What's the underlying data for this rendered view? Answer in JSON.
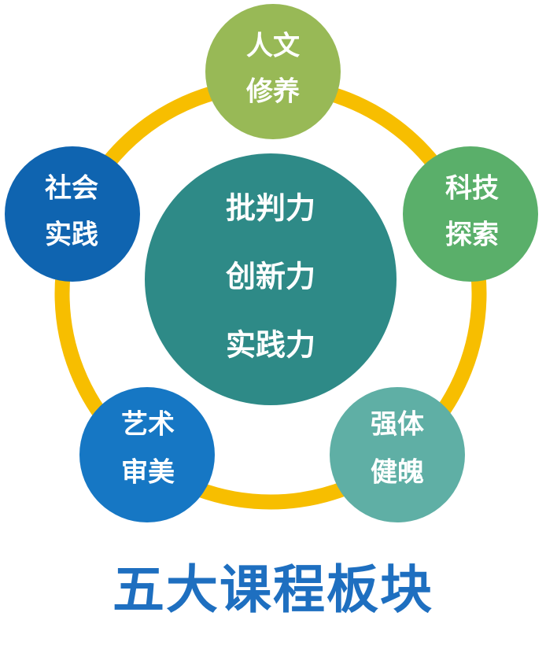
{
  "center": {
    "lines": [
      "批判力",
      "创新力",
      "实践力"
    ],
    "color": "#2e8a87"
  },
  "modules": [
    {
      "lines": [
        "人文",
        "修养"
      ],
      "color": "#98b956"
    },
    {
      "lines": [
        "科技",
        "探索"
      ],
      "color": "#5aaf6a"
    },
    {
      "lines": [
        "强体",
        "健魄"
      ],
      "color": "#5fafa5"
    },
    {
      "lines": [
        "艺术",
        "审美"
      ],
      "color": "#1677c4"
    },
    {
      "lines": [
        "社会",
        "实践"
      ],
      "color": "#0f64b0"
    }
  ],
  "ring_color": "#f7be00",
  "title": {
    "text": "五大课程板块",
    "color": "#1e6fc0"
  }
}
